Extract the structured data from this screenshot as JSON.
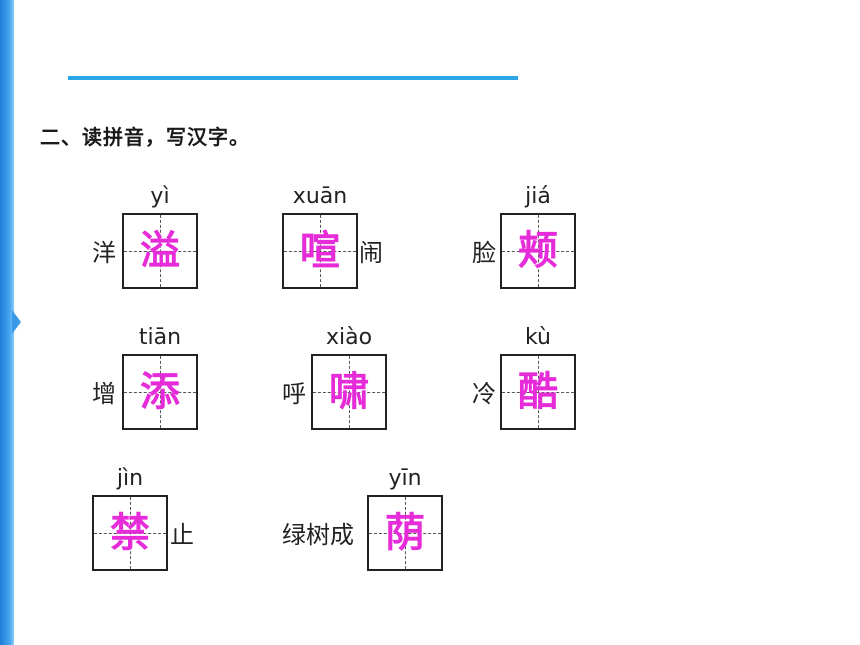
{
  "heading": "二、读拼音，写汉字。",
  "items": [
    {
      "pinyin": "yì",
      "before": "洋",
      "answer": "溢",
      "after": ""
    },
    {
      "pinyin": "xuān",
      "before": "",
      "answer": "喧",
      "after": "闹"
    },
    {
      "pinyin": "jiá",
      "before": "脸",
      "answer": "颊",
      "after": ""
    },
    {
      "pinyin": "tiān",
      "before": "增",
      "answer": "添",
      "after": ""
    },
    {
      "pinyin": "xiào",
      "before": "呼",
      "answer": "啸",
      "after": ""
    },
    {
      "pinyin": "kù",
      "before": "冷",
      "answer": "酷",
      "after": ""
    },
    {
      "pinyin": "jìn",
      "before": "",
      "answer": "禁",
      "after": "止"
    },
    {
      "pinyin": "yīn",
      "before": "绿树成",
      "answer": "荫",
      "after": ""
    }
  ],
  "colors": {
    "answer": "#e62bd9",
    "accent": "#2aa5e6",
    "sidebar": "#1e7ed8"
  }
}
